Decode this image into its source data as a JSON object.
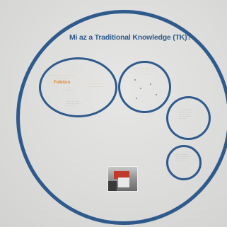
{
  "slide": {
    "title": "Mi az a Traditional Knowledge (TK)?"
  },
  "circle1": {
    "small_top": "…………… ………… ……\n…………… …",
    "keyword": "Folklore",
    "keyword_sub": "……………",
    "right_text": "… … …… …\n…… …………",
    "bottom_text": "…………… ……\n………… …………\n…… ………"
  },
  "circle2": {
    "text": "…………… ……… ……\n………… …… ……\n…… ………"
  },
  "circle3": {
    "text": "……… …………\n…… …… …… …\n………… ……\n……… ……… …\n…… ……"
  },
  "circle4": {
    "text": "………… ………\n……… ………… …\n…… ……… …\n………… ……"
  },
  "colors": {
    "accent": "#2e5a8c",
    "highlight": "#e08a2a",
    "background": "#dcdcdb"
  }
}
